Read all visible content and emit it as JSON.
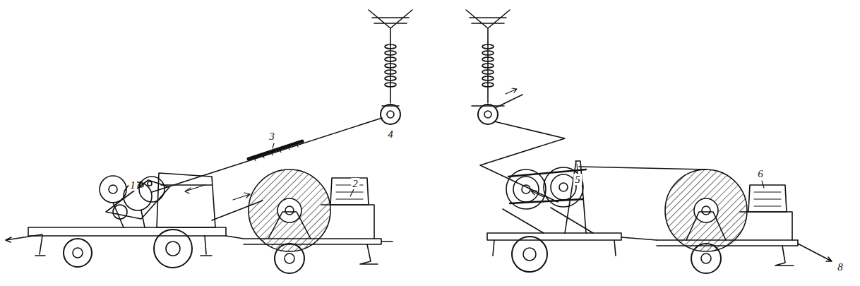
{
  "diagram": {
    "labels": [
      "1",
      "3",
      "4",
      "2",
      "5",
      "6",
      "8"
    ]
  }
}
